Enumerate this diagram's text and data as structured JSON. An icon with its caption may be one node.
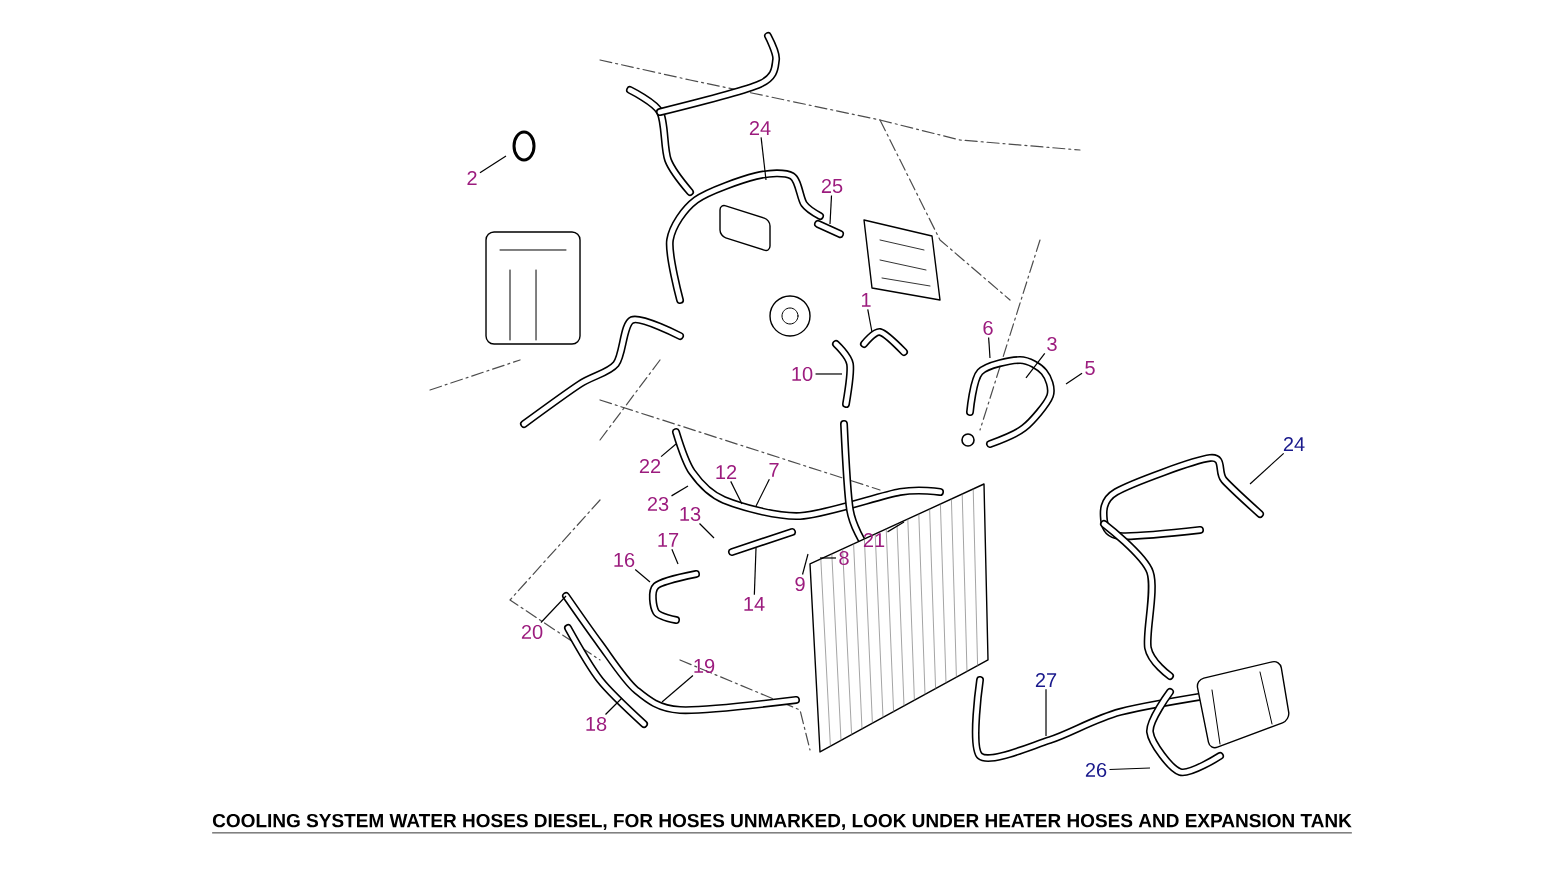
{
  "diagram": {
    "caption": "COOLING SYSTEM WATER HOSES DIESEL, FOR HOSES UNMARKED, LOOK UNDER HEATER HOSES AND EXPANSION TANK",
    "nodes": [
      {
        "text": [
          "24"
        ]
      },
      {
        "text": [
          "2"
        ]
      },
      {
        "text": [
          "25"
        ]
      },
      {
        "text": [
          "1"
        ]
      },
      {
        "text": [
          "6"
        ]
      },
      {
        "text": [
          "3"
        ]
      },
      {
        "text": [
          "5"
        ]
      },
      {
        "text": [
          "10"
        ]
      },
      {
        "text": [
          "24"
        ]
      },
      {
        "text": [
          "7"
        ]
      },
      {
        "text": [
          "22"
        ]
      },
      {
        "text": [
          "12"
        ]
      },
      {
        "text": [
          "23"
        ]
      },
      {
        "text": [
          "13"
        ]
      },
      {
        "text": [
          "17"
        ]
      },
      {
        "text": [
          "21"
        ]
      },
      {
        "text": [
          "8"
        ]
      },
      {
        "text": [
          "16"
        ]
      },
      {
        "text": [
          "9"
        ]
      },
      {
        "text": [
          "14"
        ]
      },
      {
        "text": [
          "20"
        ]
      },
      {
        "text": [
          "19"
        ]
      },
      {
        "text": [
          "27"
        ]
      },
      {
        "text": [
          "18"
        ]
      },
      {
        "text": [
          "26"
        ]
      }
    ],
    "edges": [
      {
        "from": 0,
        "to": null,
        "arrow": "none"
      },
      {
        "from": 1,
        "to": null,
        "arrow": "none"
      },
      {
        "from": 2,
        "to": null,
        "arrow": "none"
      },
      {
        "from": 3,
        "to": null,
        "arrow": "none"
      },
      {
        "from": 4,
        "to": null,
        "arrow": "none"
      },
      {
        "from": 5,
        "to": null,
        "arrow": "none"
      },
      {
        "from": 6,
        "to": null,
        "arrow": "none"
      },
      {
        "from": 7,
        "to": null,
        "arrow": "none"
      },
      {
        "from": 8,
        "to": null,
        "arrow": "none"
      },
      {
        "from": 9,
        "to": null,
        "arrow": "none"
      },
      {
        "from": 10,
        "to": null,
        "arrow": "none"
      },
      {
        "from": 11,
        "to": null,
        "arrow": "none"
      },
      {
        "from": 12,
        "to": null,
        "arrow": "none"
      },
      {
        "from": 13,
        "to": null,
        "arrow": "none"
      },
      {
        "from": 14,
        "to": null,
        "arrow": "none"
      },
      {
        "from": 15,
        "to": null,
        "arrow": "none"
      },
      {
        "from": 16,
        "to": null,
        "arrow": "none"
      },
      {
        "from": 17,
        "to": null,
        "arrow": "none"
      },
      {
        "from": 18,
        "to": null,
        "arrow": "none"
      },
      {
        "from": 19,
        "to": null,
        "arrow": "none"
      },
      {
        "from": 20,
        "to": null,
        "arrow": "none"
      },
      {
        "from": 21,
        "to": null,
        "arrow": "none"
      },
      {
        "from": 22,
        "to": null,
        "arrow": "none"
      },
      {
        "from": 23,
        "to": null,
        "arrow": "none"
      },
      {
        "from": 24,
        "to": null,
        "arrow": "none"
      }
    ]
  }
}
